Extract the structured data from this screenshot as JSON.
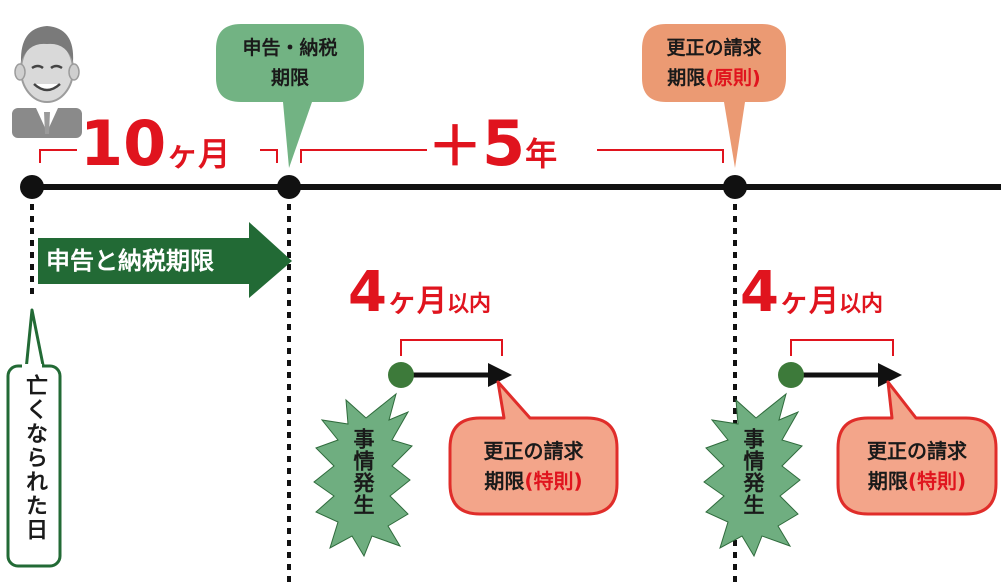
{
  "top_bubbles": {
    "deadline_line1": "申告・納税",
    "deadline_line2": "期限",
    "principle_line1": "更正の請求",
    "principle_line2_prefix": "期限",
    "principle_line2_emph": "(原則)"
  },
  "spans": {
    "ten_months_number": "10",
    "ten_months_unit": "ヶ月",
    "plus": "＋",
    "five_years_number": "5",
    "five_years_unit": "年"
  },
  "filing_arrow_label": "申告と納税期限",
  "death_date_label": "亡くなられた日",
  "left_group": {
    "within_number": "4",
    "within_unit": "ヶ月",
    "within_suffix": "以内",
    "event_label": "事情発生",
    "special_line1": "更正の請求",
    "special_line2_prefix": "期限",
    "special_line2_emph": "(特則)"
  },
  "right_group": {
    "within_number": "4",
    "within_unit": "ヶ月",
    "within_suffix": "以内",
    "event_label": "事情発生",
    "special_line1": "更正の請求",
    "special_line2_prefix": "期限",
    "special_line2_emph": "(特則)"
  },
  "colors": {
    "accent_red": "#e0141e",
    "dark_green": "#226a35",
    "light_green": "#72b383",
    "salmon": "#eb9a73",
    "special_bubble_fill": "#f3a58a",
    "special_bubble_border": "#e02d2a",
    "burst_green": "#6fae80",
    "dot_green": "#3d7a3a"
  },
  "icons": [
    "person-avatar-icon",
    "timeline-dot-icon",
    "arrow-right-icon"
  ]
}
